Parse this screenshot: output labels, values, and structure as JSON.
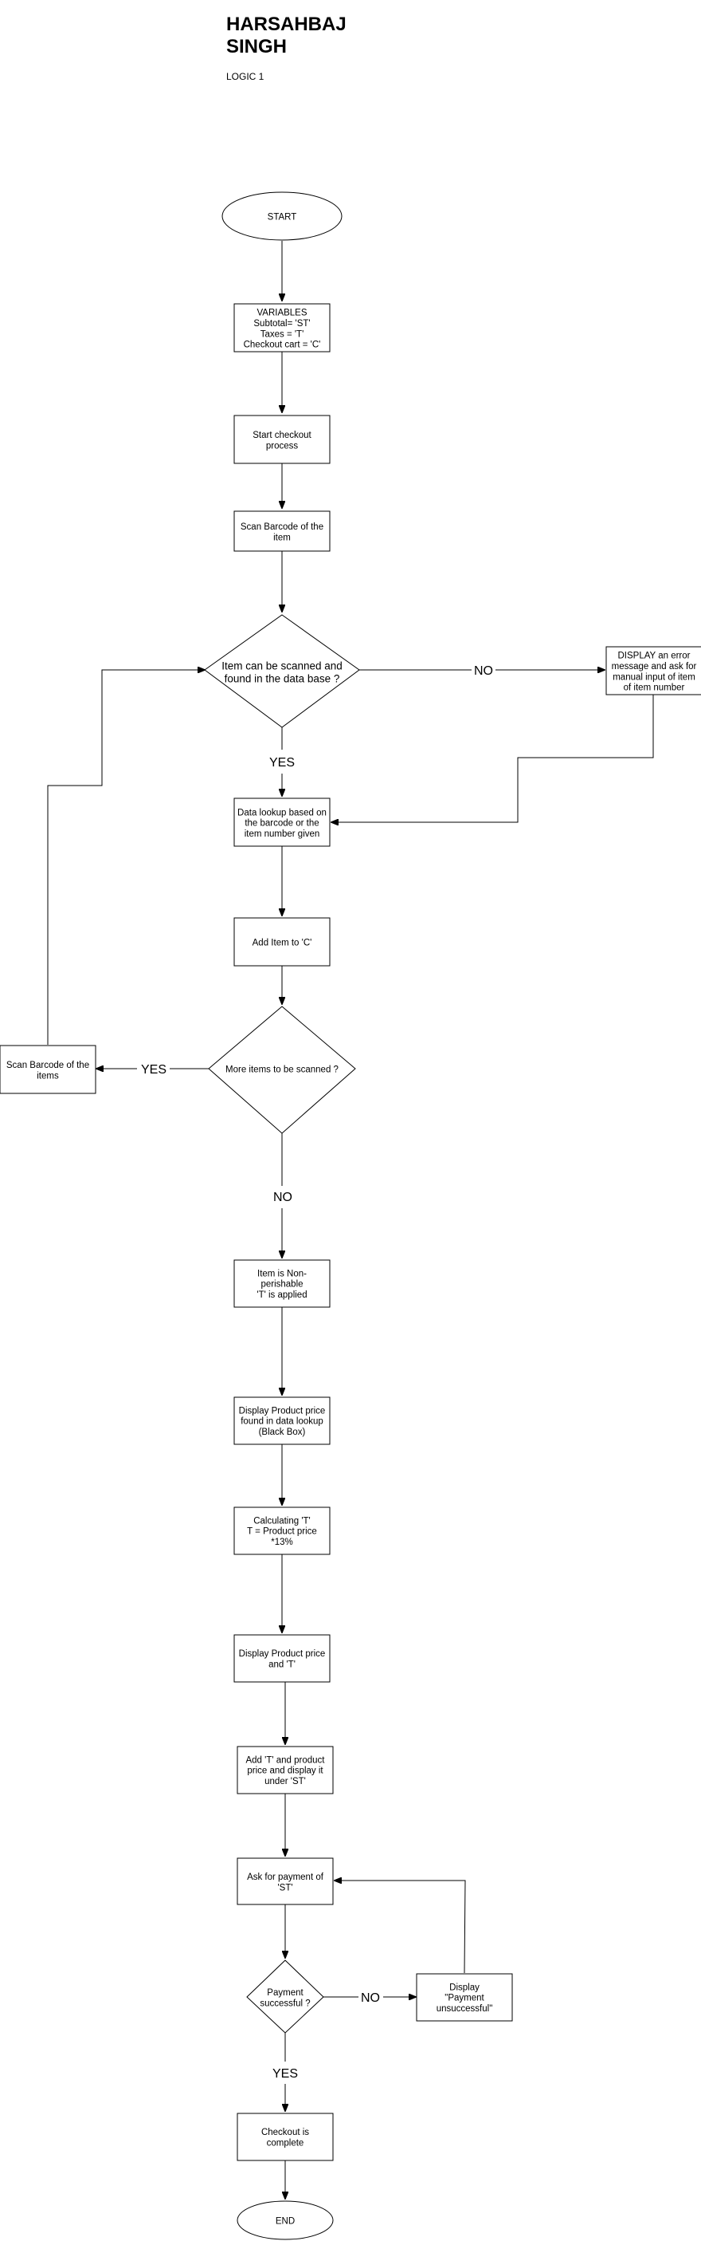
{
  "header": {
    "title_line1": "HARSAHBAJ",
    "title_line2": "SINGH",
    "subtitle": "LOGIC 1"
  },
  "nodes": {
    "start": [
      "START"
    ],
    "variables": [
      "VARIABLES",
      "Subtotal= 'ST'",
      "Taxes = 'T'",
      "Checkout cart = 'C'"
    ],
    "start_checkout": [
      "Start checkout",
      "process"
    ],
    "scan_barcode": [
      "Scan Barcode of the",
      "item"
    ],
    "item_found": [
      "Item can be scanned and",
      "found in the data base ?"
    ],
    "display_error": [
      "DISPLAY an error",
      "message and ask for",
      "manual input of item",
      "of item number"
    ],
    "data_lookup": [
      "Data lookup based on",
      "the barcode or the",
      "item number given"
    ],
    "add_item": [
      "Add Item to 'C'"
    ],
    "more_items": [
      "More items to be scanned ?"
    ],
    "scan_barcode_items": [
      "Scan Barcode of the",
      "items"
    ],
    "non_perishable": [
      "Item is Non-",
      "perishable",
      "'T' is applied"
    ],
    "display_price": [
      "Display Product price",
      "found in data lookup",
      "(Black Box)"
    ],
    "calc_tax": [
      "Calculating 'T'",
      "T = Product price",
      "*13%"
    ],
    "display_price_tax": [
      "Display Product price",
      "and 'T'"
    ],
    "add_subtotal": [
      "Add 'T' and product",
      "price and display it",
      "under 'ST'"
    ],
    "ask_payment": [
      "Ask for payment of",
      "'ST'"
    ],
    "payment_ok": [
      "Payment",
      "successful ?"
    ],
    "payment_fail": [
      "Display",
      "\"Payment",
      "unsuccessful\""
    ],
    "checkout_complete": [
      "Checkout is",
      "complete"
    ],
    "end": [
      "END"
    ]
  },
  "edge_labels": {
    "item_found_no": "NO",
    "item_found_yes": "YES",
    "more_items_yes": "YES",
    "more_items_no": "NO",
    "payment_no": "NO",
    "payment_yes": "YES"
  }
}
